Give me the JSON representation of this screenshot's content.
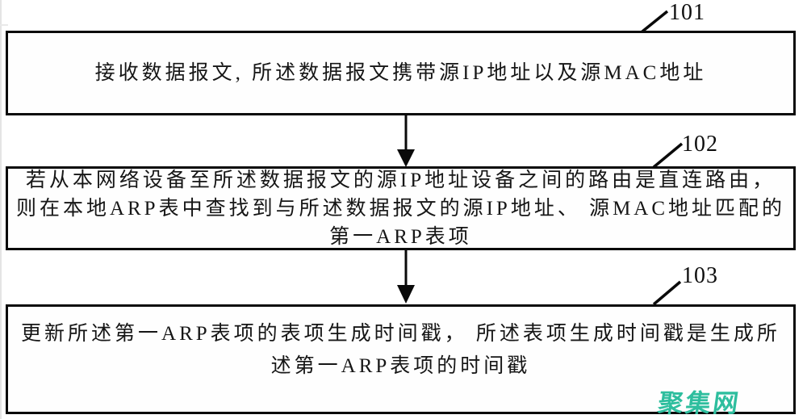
{
  "figure": {
    "type": "flowchart",
    "boxes": [
      {
        "label": "101",
        "lines": [
          "接收数据报文, 所述数据报文携带源IP地址以及源MAC地址"
        ]
      },
      {
        "label": "102",
        "lines": [
          "若从本网络设备至所述数据报文的源IP地址设备之间的路由是直连路由，",
          "则在本地ARP表中查找到与所述数据报文的源IP地址、 源MAC地址匹配的",
          "第一ARP表项"
        ]
      },
      {
        "label": "103",
        "lines": [
          "更新所述第一ARP表项的表项生成时间戳， 所述表项生成时间戳是生成所",
          "述第一ARP表项的时间戳"
        ]
      }
    ],
    "connectors": {
      "arrow_color": "#0a0a0a",
      "count": 2
    },
    "watermark": {
      "text": "聚集网",
      "color": "#2EBE9E"
    }
  }
}
